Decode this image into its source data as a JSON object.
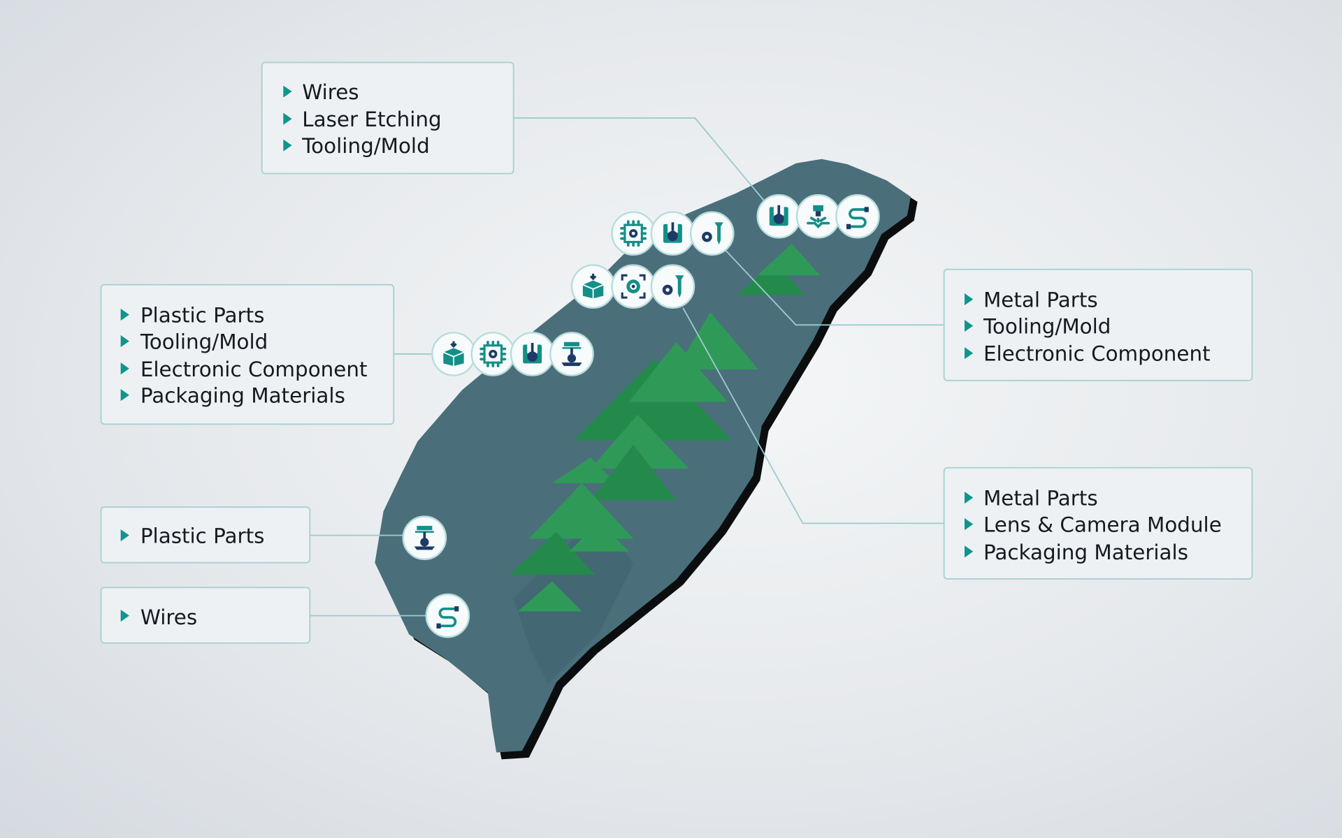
{
  "callouts": [
    {
      "id": "north-top",
      "items": [
        "Wires",
        "Laser Etching",
        "Tooling/Mold"
      ]
    },
    {
      "id": "west-upper",
      "items": [
        "Plastic Parts",
        "Tooling/Mold",
        "Electronic Component",
        "Packaging Materials"
      ]
    },
    {
      "id": "southwest-1",
      "items": [
        "Plastic Parts"
      ]
    },
    {
      "id": "southwest-2",
      "items": [
        "Wires"
      ]
    },
    {
      "id": "east-upper",
      "items": [
        "Metal Parts",
        "Tooling/Mold",
        "Electronic Component"
      ]
    },
    {
      "id": "east-lower",
      "items": [
        "Metal Parts",
        "Lens & Camera Module",
        "Packaging Materials"
      ]
    }
  ],
  "icon_groups": {
    "north": [
      "tooling-mold-icon",
      "laser-etching-icon",
      "wires-icon"
    ],
    "north_central": [
      "electronic-component-icon",
      "tooling-mold-icon",
      "metal-parts-icon"
    ],
    "central": [
      "packaging-materials-icon",
      "lens-camera-icon",
      "metal-parts-icon"
    ],
    "west": [
      "packaging-materials-icon",
      "electronic-component-icon",
      "tooling-mold-icon",
      "plastic-parts-icon"
    ],
    "southwest_1": [
      "plastic-parts-icon"
    ],
    "southwest_2": [
      "wires-icon"
    ]
  },
  "colors": {
    "accent": "#138f88",
    "island": "#4a6f7b",
    "mountain": "#2f9a57",
    "line": "#9ccbcf"
  }
}
